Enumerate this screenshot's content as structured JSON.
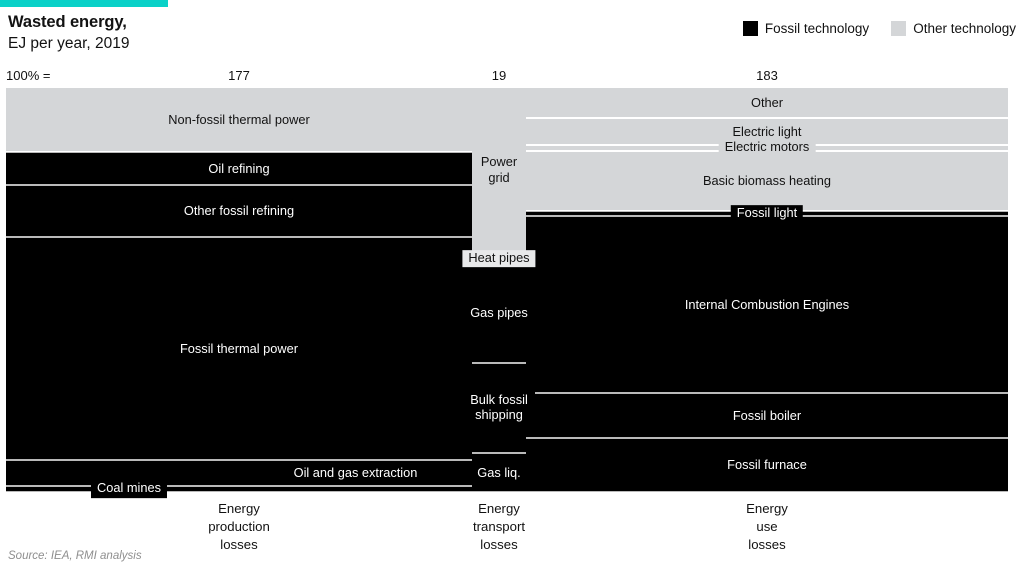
{
  "header": {
    "title": "Wasted energy,",
    "subtitle": "EJ per year, 2019",
    "accent_color": "#0ad1c8"
  },
  "legend": {
    "position": "top-right",
    "items": [
      {
        "label": "Fossil technology",
        "color": "#000000",
        "icon": "square-swatch"
      },
      {
        "label": "Other technology",
        "color": "#d4d6d8",
        "icon": "square-swatch"
      }
    ]
  },
  "axis": {
    "pct_label": "100% =",
    "captions": [
      "Energy\nproduction\nlosses",
      "Energy\ntransport\nlosses",
      "Energy\nuse\nlosses"
    ]
  },
  "source": "Source: IEA, RMI analysis",
  "chart_data": {
    "type": "bar",
    "title": "Wasted energy,",
    "subtitle": "EJ per year, 2019",
    "xlabel": "",
    "ylabel": "EJ per year",
    "unit": "EJ",
    "note": "Marimekko / stacked column chart: column width is proportional to column total, each column stacks 100% of its losses.",
    "categories": [
      "Energy production losses",
      "Energy transport losses",
      "Energy use losses"
    ],
    "column_totals": [
      177,
      19,
      183
    ],
    "column_total_labels": [
      "177",
      "19",
      "183"
    ],
    "legend_entries": [
      "Fossil technology",
      "Other technology"
    ],
    "columns": [
      {
        "name": "Energy production losses",
        "total": 177,
        "total_label": "177",
        "segments": [
          {
            "label": "Non-fossil thermal power",
            "tech": "other",
            "percent": 16.0,
            "value": 28.3
          },
          {
            "label": "Oil refining",
            "tech": "fossil",
            "percent": 8.1,
            "value": 14.3
          },
          {
            "label": "Other fossil refining",
            "tech": "fossil",
            "percent": 12.8,
            "value": 22.7
          },
          {
            "label": "Fossil thermal power",
            "tech": "fossil",
            "percent": 55.1,
            "value": 97.5
          },
          {
            "label": "Oil and gas extraction",
            "tech": "fossil",
            "percent": 6.4,
            "value": 11.3
          },
          {
            "label": "Coal mines",
            "tech": "fossil",
            "percent": 1.6,
            "value": 2.8
          }
        ]
      },
      {
        "name": "Energy transport losses",
        "total": 19,
        "total_label": "19",
        "segments": [
          {
            "label": "Power grid",
            "tech": "other",
            "percent": 40.5,
            "value": 7.7
          },
          {
            "label": "Heat pipes",
            "tech": "fossil",
            "percent": 2.5,
            "value": 0.5
          },
          {
            "label": "Gas pipes",
            "tech": "fossil",
            "percent": 24.4,
            "value": 4.6
          },
          {
            "label": "Bulk fossil shipping",
            "tech": "fossil",
            "percent": 23.7,
            "value": 4.5
          },
          {
            "label": "Gas liq.",
            "tech": "fossil",
            "percent": 8.9,
            "value": 1.7
          }
        ]
      },
      {
        "name": "Energy use losses",
        "total": 183,
        "total_label": "183",
        "segments": [
          {
            "label": "Other",
            "tech": "other",
            "percent": 7.7,
            "value": 14.1
          },
          {
            "label": "Electric light",
            "tech": "other",
            "percent": 6.7,
            "value": 12.3
          },
          {
            "label": "Electric motors",
            "tech": "other",
            "percent": 1.5,
            "value": 2.7
          },
          {
            "label": "Basic biomass heating",
            "tech": "other",
            "percent": 14.8,
            "value": 27.1
          },
          {
            "label": "Fossil light",
            "tech": "fossil",
            "percent": 1.0,
            "value": 1.8
          },
          {
            "label": "Internal Combustion Engines",
            "tech": "fossil",
            "percent": 43.7,
            "value": 80.0
          },
          {
            "label": "Fossil boiler",
            "tech": "fossil",
            "percent": 11.1,
            "value": 20.3
          },
          {
            "label": "Fossil furnace",
            "tech": "fossil",
            "percent": 13.5,
            "value": 24.7
          }
        ]
      }
    ]
  }
}
